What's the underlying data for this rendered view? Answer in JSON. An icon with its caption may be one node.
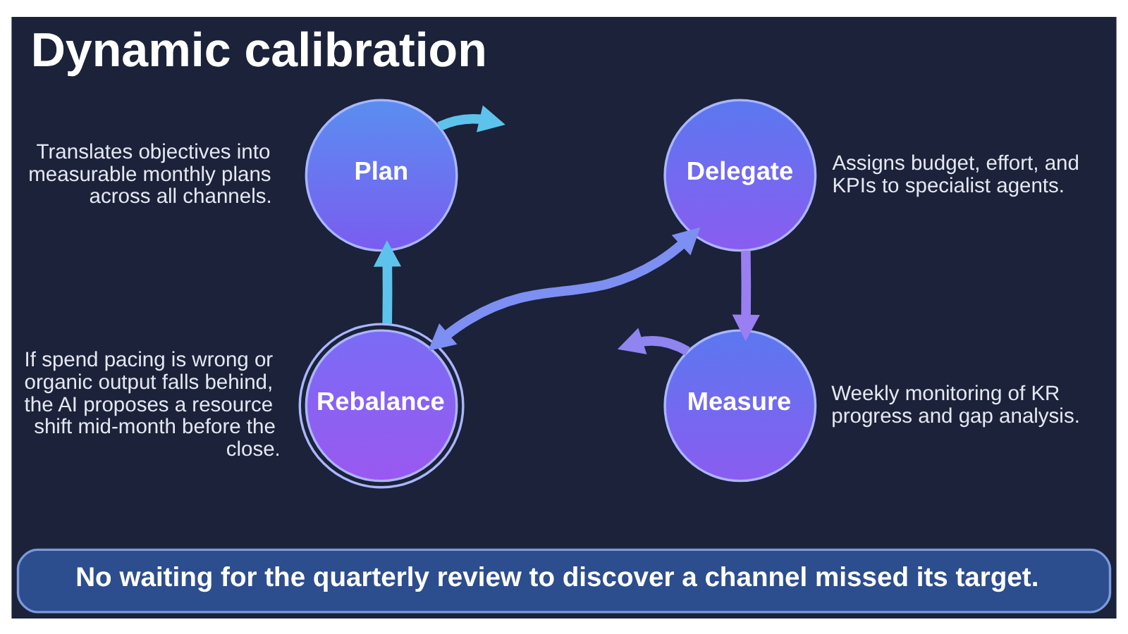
{
  "diagram": {
    "title": "Dynamic calibration",
    "nodes": [
      {
        "text": [
          "Plan"
        ],
        "beside": [
          "Translates objectives into measurable monthly plans across all channels."
        ]
      },
      {
        "text": [
          "Delegate"
        ],
        "beside": [
          "Assigns budget, effort, and KPIs to specialist agents."
        ]
      },
      {
        "text": [
          "Rebalance"
        ],
        "beside": [
          "If spend pacing is wrong or organic output falls behind, the AI proposes a resource shift mid-month before the close."
        ]
      },
      {
        "text": [
          "Measure"
        ],
        "beside": [
          "Weekly monitoring of KR progress and gap analysis."
        ]
      },
      {
        "text": [
          "No waiting for the quarterly review to discover a channel missed its target."
        ]
      }
    ],
    "edges": [
      {
        "from": 0,
        "to": null,
        "arrow": "to",
        "color": "#5ec3ec"
      },
      {
        "from": 2,
        "to": 1,
        "arrow": "both",
        "color": "#7d8ff2"
      },
      {
        "from": 1,
        "to": 3,
        "arrow": "to",
        "color": "#9a7ff2"
      },
      {
        "from": 3,
        "to": null,
        "arrow": "to",
        "color": "#8f84f0"
      },
      {
        "from": 2,
        "to": 0,
        "arrow": "to",
        "color": "#5ec3ec"
      }
    ]
  }
}
